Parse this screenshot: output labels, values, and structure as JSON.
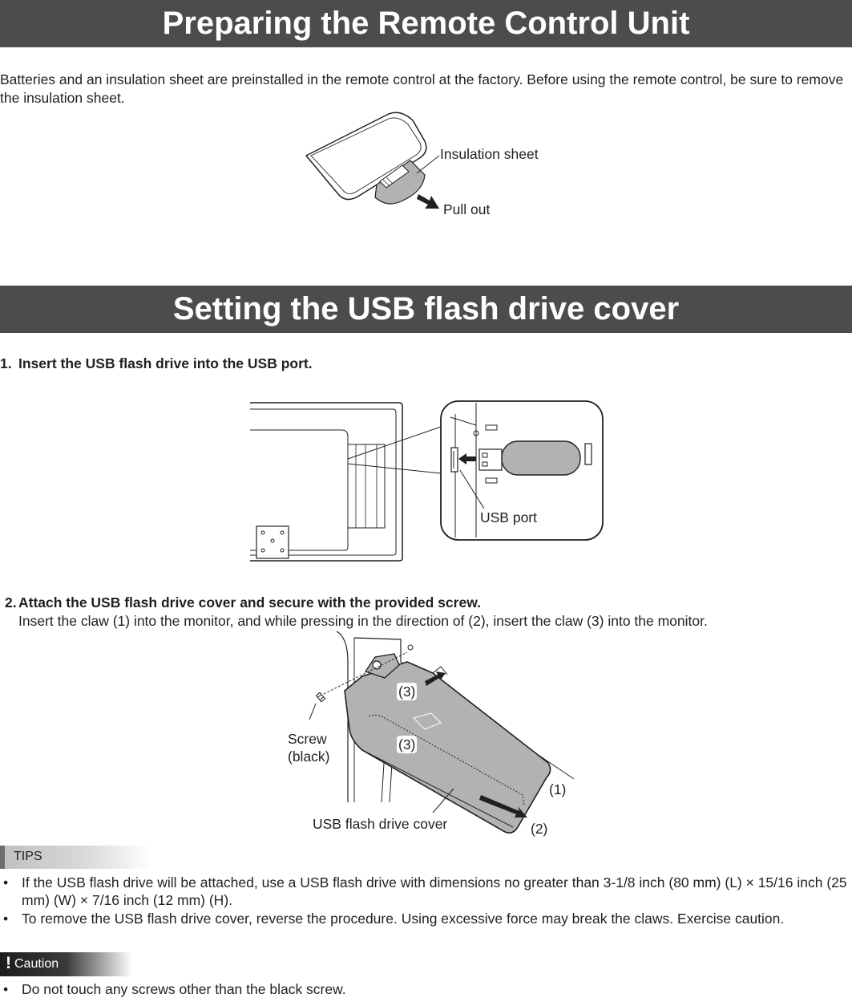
{
  "section1": {
    "title": "Preparing the Remote Control Unit",
    "intro": "Batteries and an insulation sheet are preinstalled in the remote control at the factory. Before using the remote control, be sure to remove the insulation sheet.",
    "figure": {
      "label_sheet": "Insulation sheet",
      "label_pull": "Pull out"
    }
  },
  "section2": {
    "title": "Setting the USB flash drive cover",
    "step1": {
      "num": "1.",
      "text": "Insert the USB flash drive into the USB port.",
      "label_port": "USB port"
    },
    "step2": {
      "num": "2.",
      "text": "Attach the USB flash drive cover and secure with the provided screw.",
      "sub": "Insert the claw (1) into the monitor, and while pressing in the direction of (2), insert the claw (3) into the monitor.",
      "labels": {
        "claw3_top": "(3)",
        "claw3_mid": "(3)",
        "claw1": "(1)",
        "dir2": "(2)",
        "screw_line1": "Screw",
        "screw_line2": "(black)",
        "cover": "USB flash drive cover"
      }
    },
    "tips": {
      "header": "TIPS",
      "items": [
        "If the USB flash drive will be attached, use a USB flash drive with dimensions no greater than 3-1/8 inch (80 mm) (L) × 15/16 inch (25 mm) (W) × 7/16 inch (12 mm) (H).",
        "To remove the USB flash drive cover, reverse the procedure. Using excessive force may break the claws. Exercise caution."
      ]
    },
    "caution": {
      "header": "Caution",
      "items": [
        "Do not touch any screws other than the black screw."
      ]
    }
  }
}
